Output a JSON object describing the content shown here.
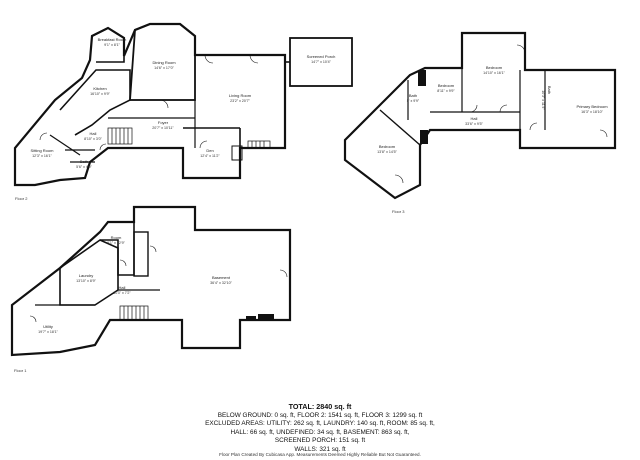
{
  "floors": {
    "floor2": {
      "label": "Floor 2",
      "rooms": [
        {
          "name": "Breakfast Room",
          "dims": "9'1\" x 8'1\""
        },
        {
          "name": "Dining Room",
          "dims": "14'6\" x 17'0\""
        },
        {
          "name": "Kitchen",
          "dims": "16'10\" x 9'9\""
        },
        {
          "name": "Living Room",
          "dims": "23'2\" x 20'7\""
        },
        {
          "name": "Screened Porch",
          "dims": "14'7\" x 10'4\""
        },
        {
          "name": "Foyer",
          "dims": "20'7\" x 10'11\""
        },
        {
          "name": "Hall",
          "dims": "8'10\" x 3'0\""
        },
        {
          "name": "Den",
          "dims": "12'4\" x 11'2\""
        },
        {
          "name": "Sitting Room",
          "dims": "12'3\" x 16'1\""
        },
        {
          "name": "Bath",
          "dims": "5'6\" x 4'0\""
        }
      ]
    },
    "floor3": {
      "label": "Floor 3",
      "rooms": [
        {
          "name": "Bedroom",
          "dims": "14'10\" x 16'1\""
        },
        {
          "name": "Bedroom",
          "dims": "8'11\" x 9'9\""
        },
        {
          "name": "Bath",
          "dims": "5' x 9'9\""
        },
        {
          "name": "Bath",
          "dims": "10'3\" x 11'4\""
        },
        {
          "name": "Primary Bedroom",
          "dims": "16'3\" x 18'10\""
        },
        {
          "name": "Hall",
          "dims": "33'6\" x 9'5\""
        },
        {
          "name": "Bedroom",
          "dims": "13'8\" x 14'5\""
        }
      ]
    },
    "floor1": {
      "label": "Floor 1",
      "rooms": [
        {
          "name": "Room",
          "dims": "9'1\" x 12'9\""
        },
        {
          "name": "Laundry",
          "dims": "13'10\" x 8'9\""
        },
        {
          "name": "Hall",
          "dims": "11'3\" x 7'2\""
        },
        {
          "name": "Basement",
          "dims": "36'4\" x 32'10\""
        },
        {
          "name": "Utility",
          "dims": "19'7\" x 18'1\""
        }
      ]
    }
  },
  "summary": {
    "total": "TOTAL: 2840 sq. ft",
    "lines": [
      "BELOW GROUND: 0 sq. ft, FLOOR 2: 1541 sq. ft, FLOOR 3: 1299 sq. ft",
      "EXCLUDED AREAS: UTILITY: 262 sq. ft, LAUNDRY: 140 sq. ft, ROOM: 85 sq. ft,",
      "HALL: 66 sq. ft, UNDEFINED: 34 sq. ft, BASEMENT: 863 sq. ft,",
      "SCREENED PORCH: 151 sq. ft",
      "WALLS: 321 sq. ft"
    ]
  },
  "credit": "Floor Plan Created By Cubicasa App. Measurements Deemed Highly Reliable But Not Guaranteed."
}
